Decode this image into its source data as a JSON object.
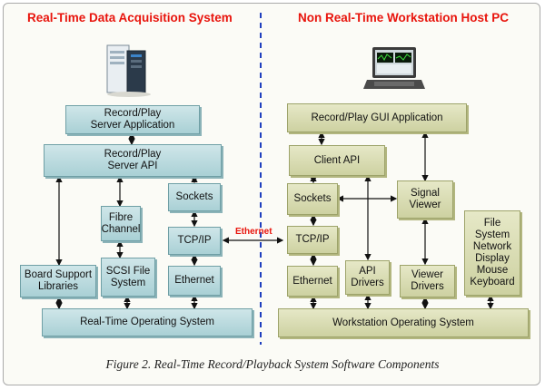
{
  "headings": {
    "left": "Real-Time Data Acquisition System",
    "right": "Non Real-Time Workstation Host PC"
  },
  "left_boxes": {
    "record_play_server_app": "Record/Play\nServer Application",
    "record_play_server_api": "Record/Play\nServer API",
    "sockets": "Sockets",
    "fibre_channel": "Fibre\nChannel",
    "tcp_ip": "TCP/IP",
    "board_support": "Board Support\nLibraries",
    "scsi_file_system": "SCSI File\nSystem",
    "ethernet": "Ethernet",
    "rtos": "Real-Time Operating System"
  },
  "right_boxes": {
    "gui_app": "Record/Play GUI Application",
    "client_api": "Client API",
    "sockets": "Sockets",
    "signal_viewer": "Signal\nViewer",
    "tcp_ip": "TCP/IP",
    "file_system_etc": "File\nSystem\nNetwork\nDisplay\nMouse\nKeyboard",
    "ethernet": "Ethernet",
    "api_drivers": "API\nDrivers",
    "viewer_drivers": "Viewer\nDrivers",
    "workstation_os": "Workstation Operating System"
  },
  "link_label": "Ethernet",
  "caption": "Figure 2. Real-Time Record/Playback System Software Components",
  "colors": {
    "heading": "#e8140c",
    "divider": "#1f3fbf",
    "teal_box": "#a9d0d5",
    "olive_box": "#cdd1a1"
  },
  "icons": {
    "left": "server-rack-icon",
    "right": "laptop-icon"
  }
}
